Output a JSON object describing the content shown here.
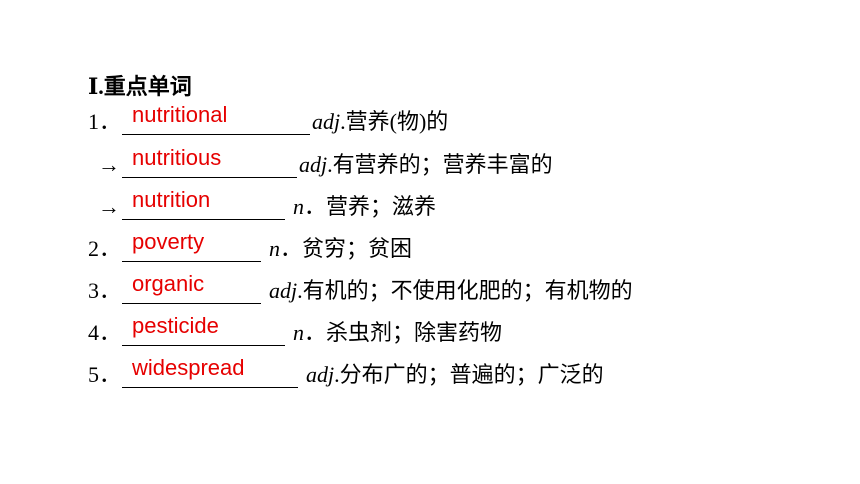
{
  "section_title": "Ⅰ.重点单词",
  "items": [
    {
      "prefix": "1．",
      "answer": "nutritional",
      "pos": "adj",
      "meaning": ".营养(物)的"
    },
    {
      "prefix": "→",
      "answer": "nutritious",
      "pos": "adj",
      "meaning": ".有营养的；营养丰富的"
    },
    {
      "prefix": "→",
      "answer": "nutrition",
      "pos": "n",
      "meaning": "．营养；滋养"
    },
    {
      "prefix": "2．",
      "answer": "poverty",
      "pos": "n",
      "meaning": "．贫穷；贫困"
    },
    {
      "prefix": "3．",
      "answer": "organic",
      "pos": "adj",
      "meaning": ".有机的；不使用化肥的；有机物的"
    },
    {
      "prefix": "4．",
      "answer": "pesticide",
      "pos": "n",
      "meaning": "．杀虫剂；除害药物"
    },
    {
      "prefix": "5．",
      "answer": "widespread",
      "pos": "adj",
      "meaning": ".分布广的；普遍的；广泛的"
    }
  ],
  "colors": {
    "answer": "#e60000",
    "text": "#000000"
  }
}
